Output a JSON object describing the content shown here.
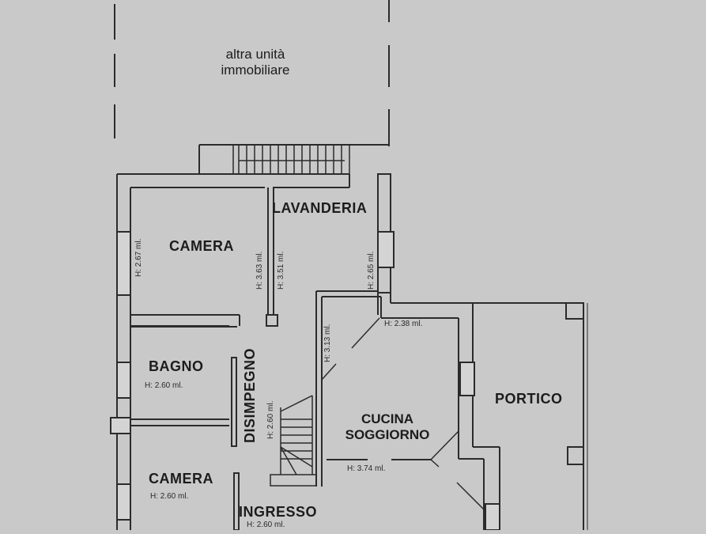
{
  "plan": {
    "background_color": "#c9c9c9",
    "line_color": "#2b2b2b",
    "other_unit": {
      "line1": "altra unità",
      "line2": "immobiliare"
    },
    "rooms": [
      {
        "id": "camera_top",
        "name": "CAMERA",
        "height_label": "H: 2.67 ml."
      },
      {
        "id": "lavanderia",
        "name": "LAVANDERIA",
        "height_label_left": "H: 3.63 ml.",
        "height_label_right": "H: 3.51 ml.",
        "height_label_east": "H: 2.65 ml."
      },
      {
        "id": "bagno",
        "name": "BAGNO",
        "height_label": "H: 2.60 ml."
      },
      {
        "id": "disimpegno",
        "name": "DISIMPEGNO",
        "height_label": "H: 2.60 ml."
      },
      {
        "id": "cucina",
        "name_line1": "CUCINA",
        "name_line2": "SOGGIORNO",
        "height_label_top": "H: 2.38 ml.",
        "height_label_left": "H: 3.13 ml.",
        "height_label_bottom": "H: 3.74 ml."
      },
      {
        "id": "portico",
        "name": "PORTICO"
      },
      {
        "id": "camera_bottom",
        "name": "CAMERA",
        "height_label": "H: 2.60 ml."
      },
      {
        "id": "ingresso",
        "name": "INGRESSO",
        "height_label": "H: 2.60 ml."
      }
    ]
  }
}
